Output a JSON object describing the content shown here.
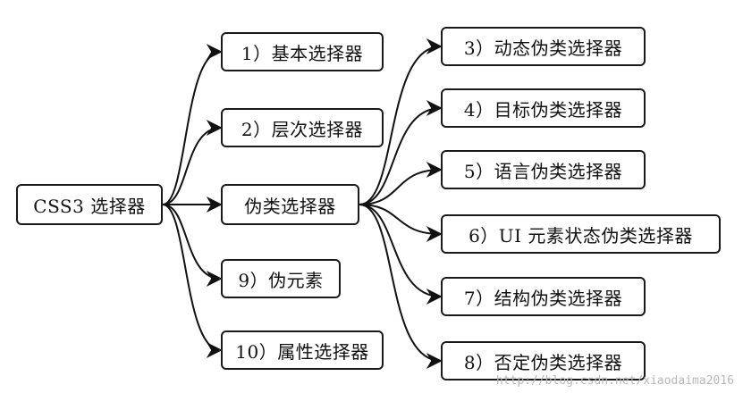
{
  "diagram": {
    "root": {
      "label": "CSS3 选择器"
    },
    "level1": [
      {
        "label": "1）基本选择器"
      },
      {
        "label": "2）层次选择器"
      },
      {
        "label": "伪类选择器"
      },
      {
        "label": "9）伪元素"
      },
      {
        "label": "10）属性选择器"
      }
    ],
    "pseudo_children": [
      {
        "label": "3）动态伪类选择器"
      },
      {
        "label": "4）目标伪类选择器"
      },
      {
        "label": "5）语言伪类选择器"
      },
      {
        "label": "6）UI 元素状态伪类选择器"
      },
      {
        "label": "7）结构伪类选择器"
      },
      {
        "label": "8）否定伪类选择器"
      }
    ]
  },
  "watermark": "http://blog.csdn.net/xiaodaima2016"
}
